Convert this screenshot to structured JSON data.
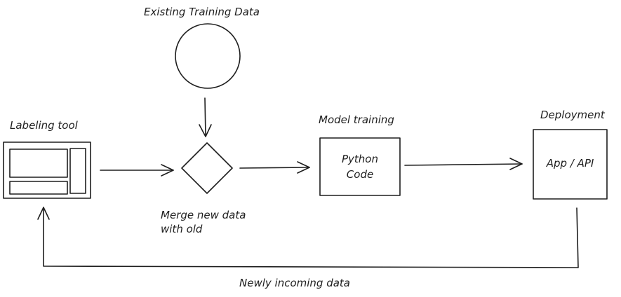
{
  "labels": {
    "existing_training_data": "Existing Training Data",
    "labeling_tool": "Labeling tool",
    "merge_line1": "Merge new data",
    "merge_line2": "with old",
    "model_training": "Model training",
    "python_line1": "Python",
    "python_line2": "Code",
    "deployment": "Deployment",
    "app_api": "App / API",
    "newly_incoming": "Newly incoming data"
  },
  "colors": {
    "stroke": "#1e1e1e",
    "background": "#ffffff"
  }
}
